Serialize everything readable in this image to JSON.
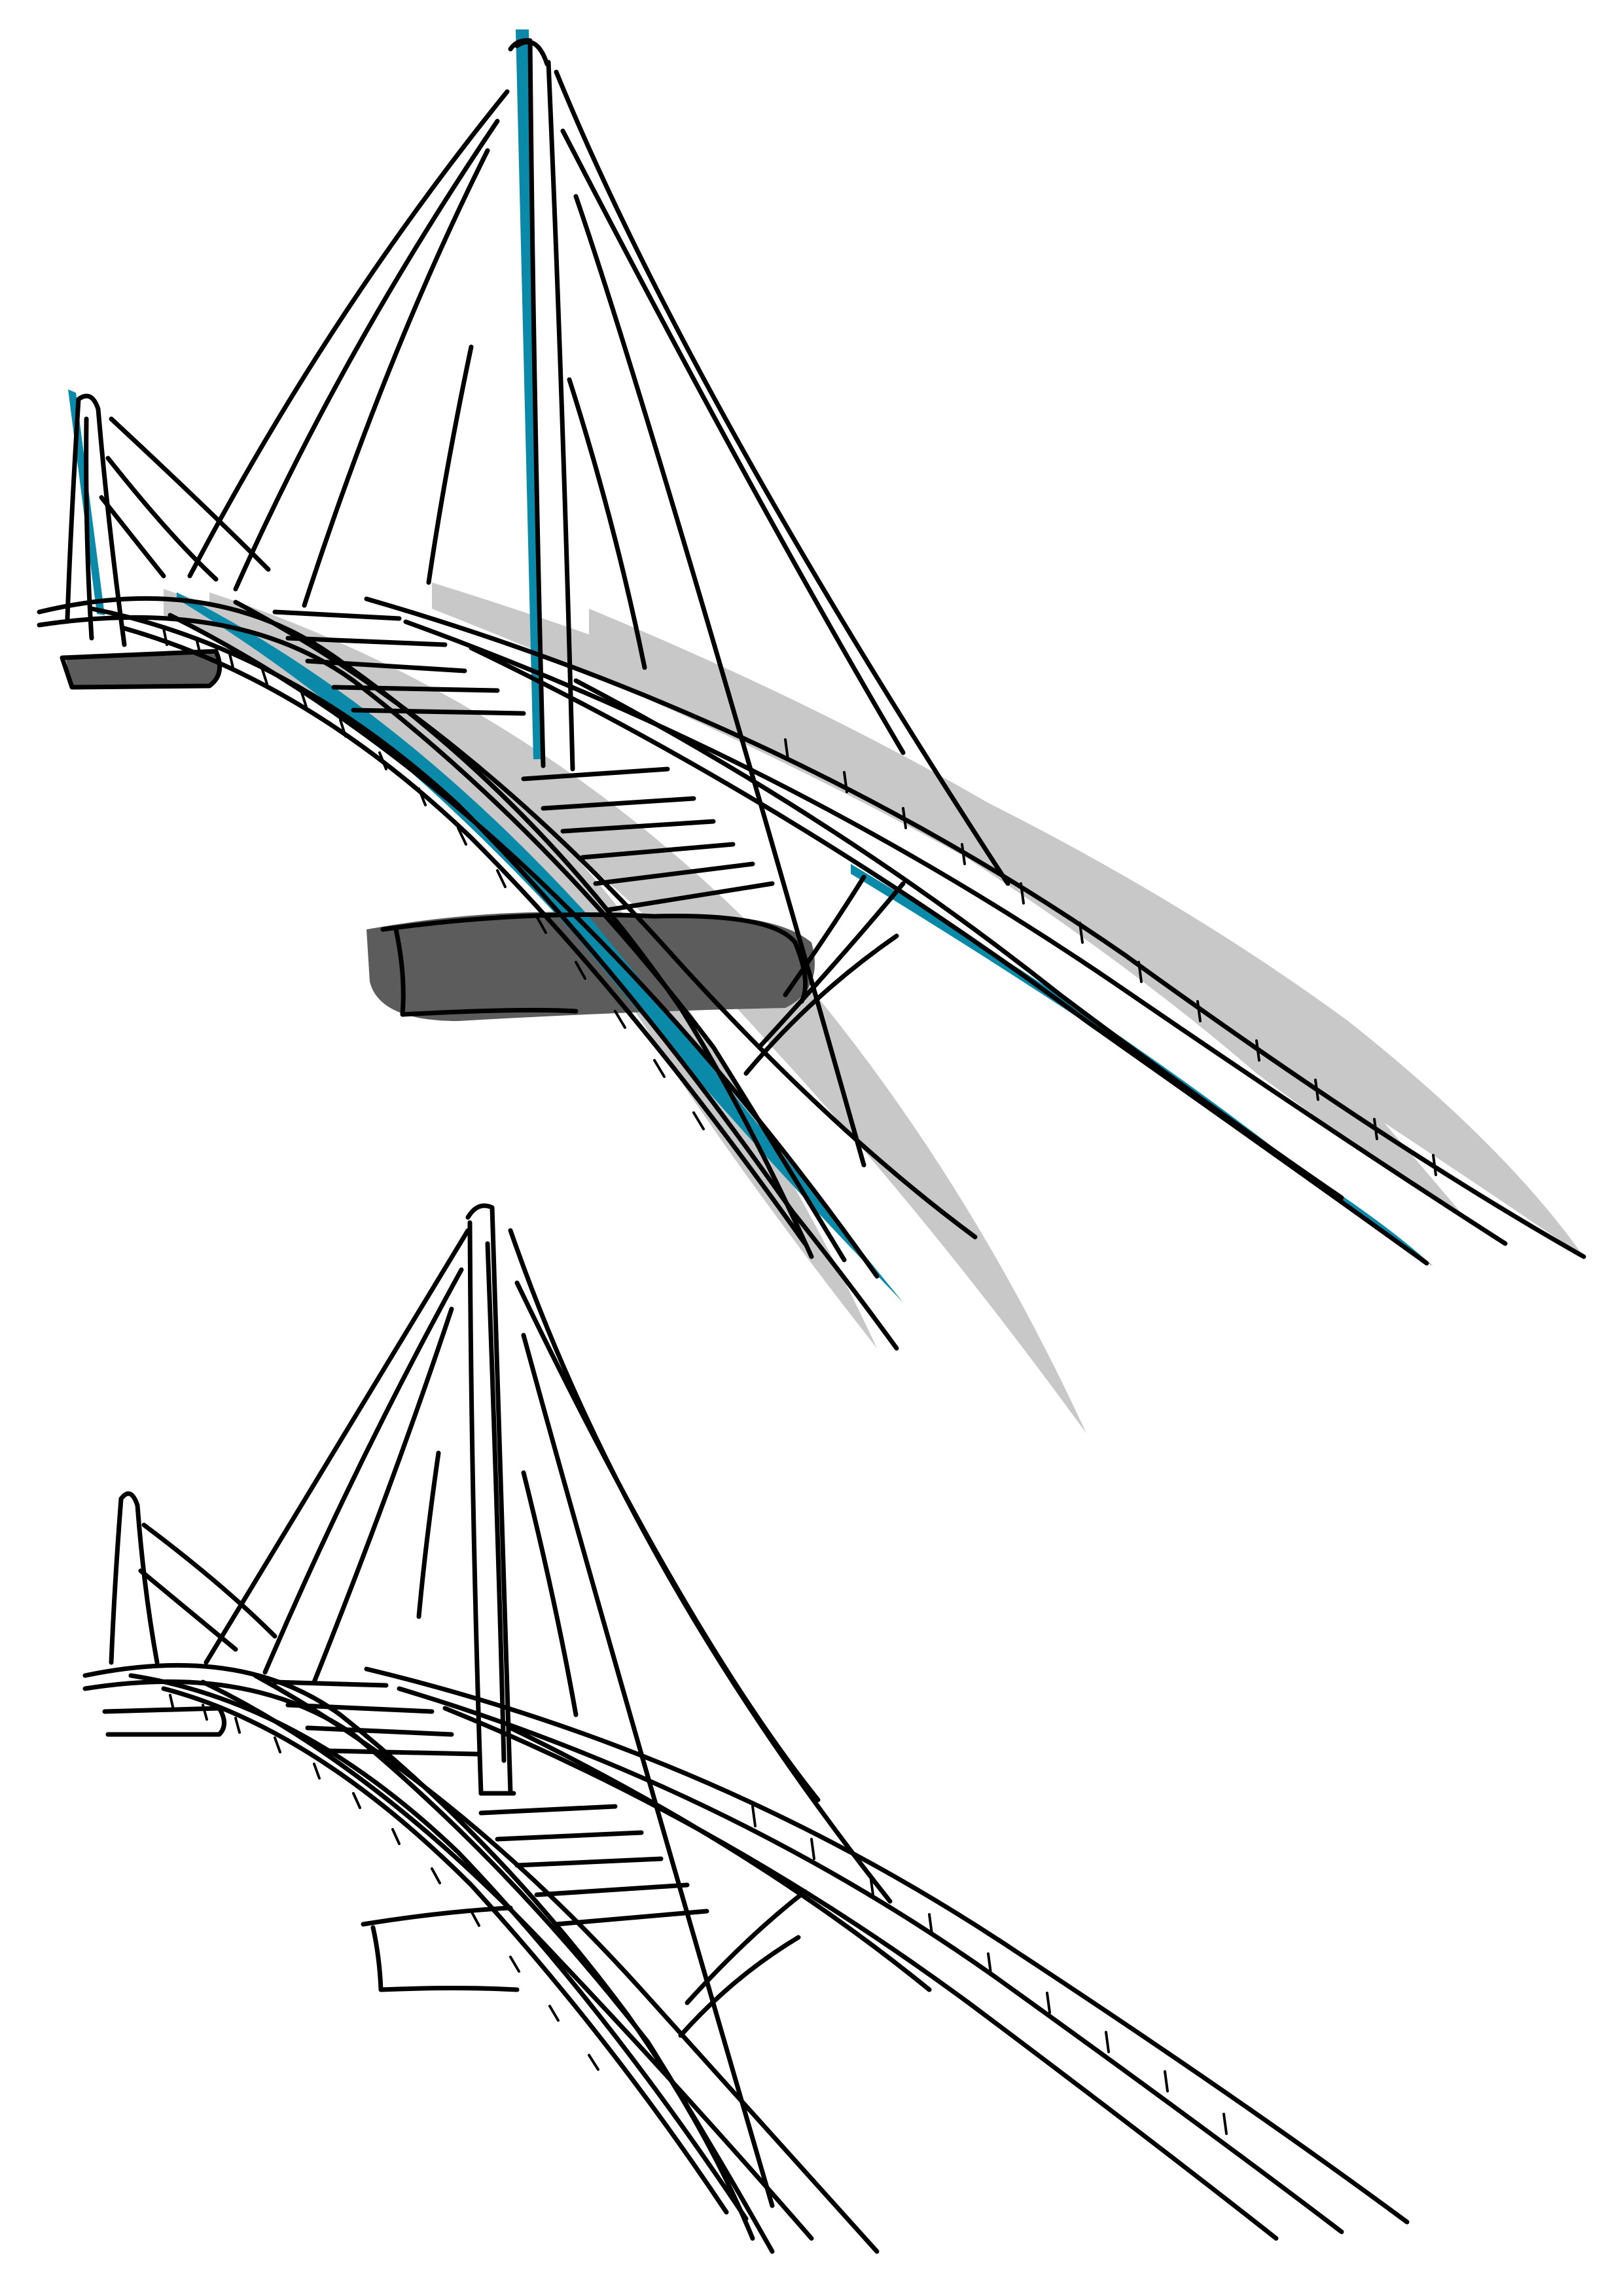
{
  "illustrations": [
    {
      "name": "colored-bridge-sketch",
      "style": "color"
    },
    {
      "name": "line-art-bridge-sketch",
      "style": "outline"
    }
  ],
  "colors": {
    "ink": "#000000",
    "accent": "#0a8aa8",
    "shadow": "#c8c8c8",
    "pier": "#5c5c5c",
    "background": "#ffffff"
  }
}
